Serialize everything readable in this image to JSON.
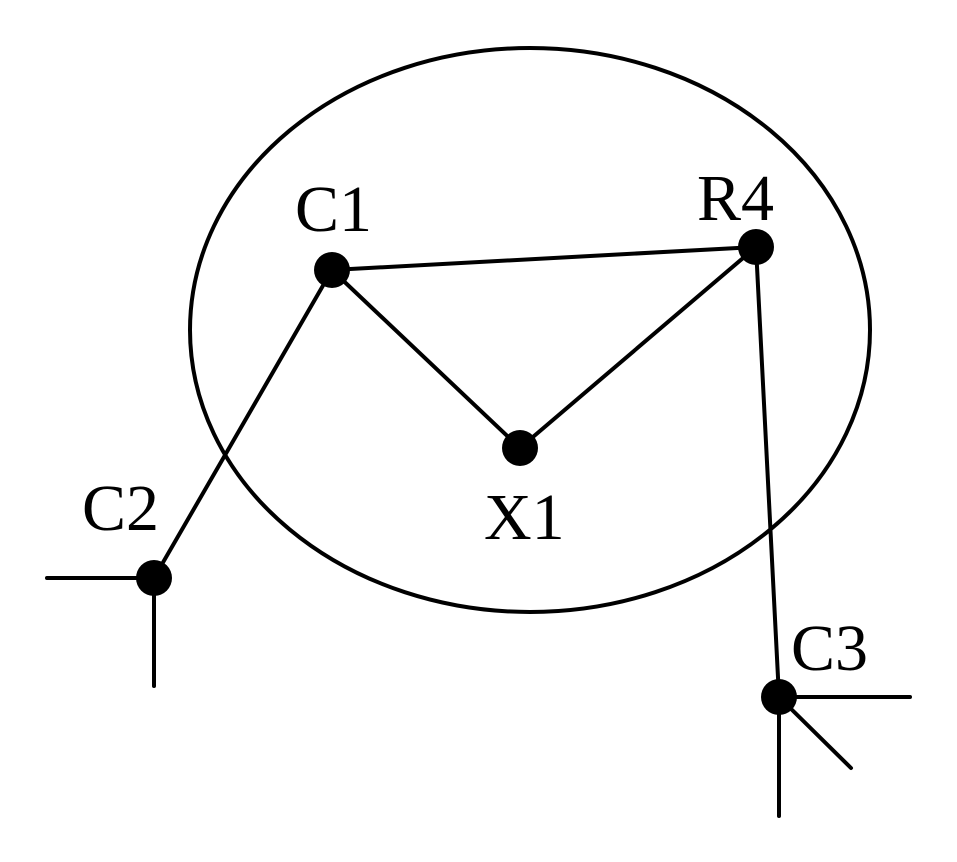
{
  "colors": {
    "ink": "#000000",
    "background": "#ffffff"
  },
  "nodes": {
    "C1": {
      "label": "C1"
    },
    "R4": {
      "label": "R4"
    },
    "X1": {
      "label": "X1"
    },
    "C2": {
      "label": "C2"
    },
    "C3": {
      "label": "C3"
    }
  },
  "edges": [
    {
      "from": "C1",
      "to": "R4"
    },
    {
      "from": "C1",
      "to": "X1"
    },
    {
      "from": "X1",
      "to": "R4"
    },
    {
      "from": "C1",
      "to": "C2"
    },
    {
      "from": "R4",
      "to": "C3"
    }
  ]
}
